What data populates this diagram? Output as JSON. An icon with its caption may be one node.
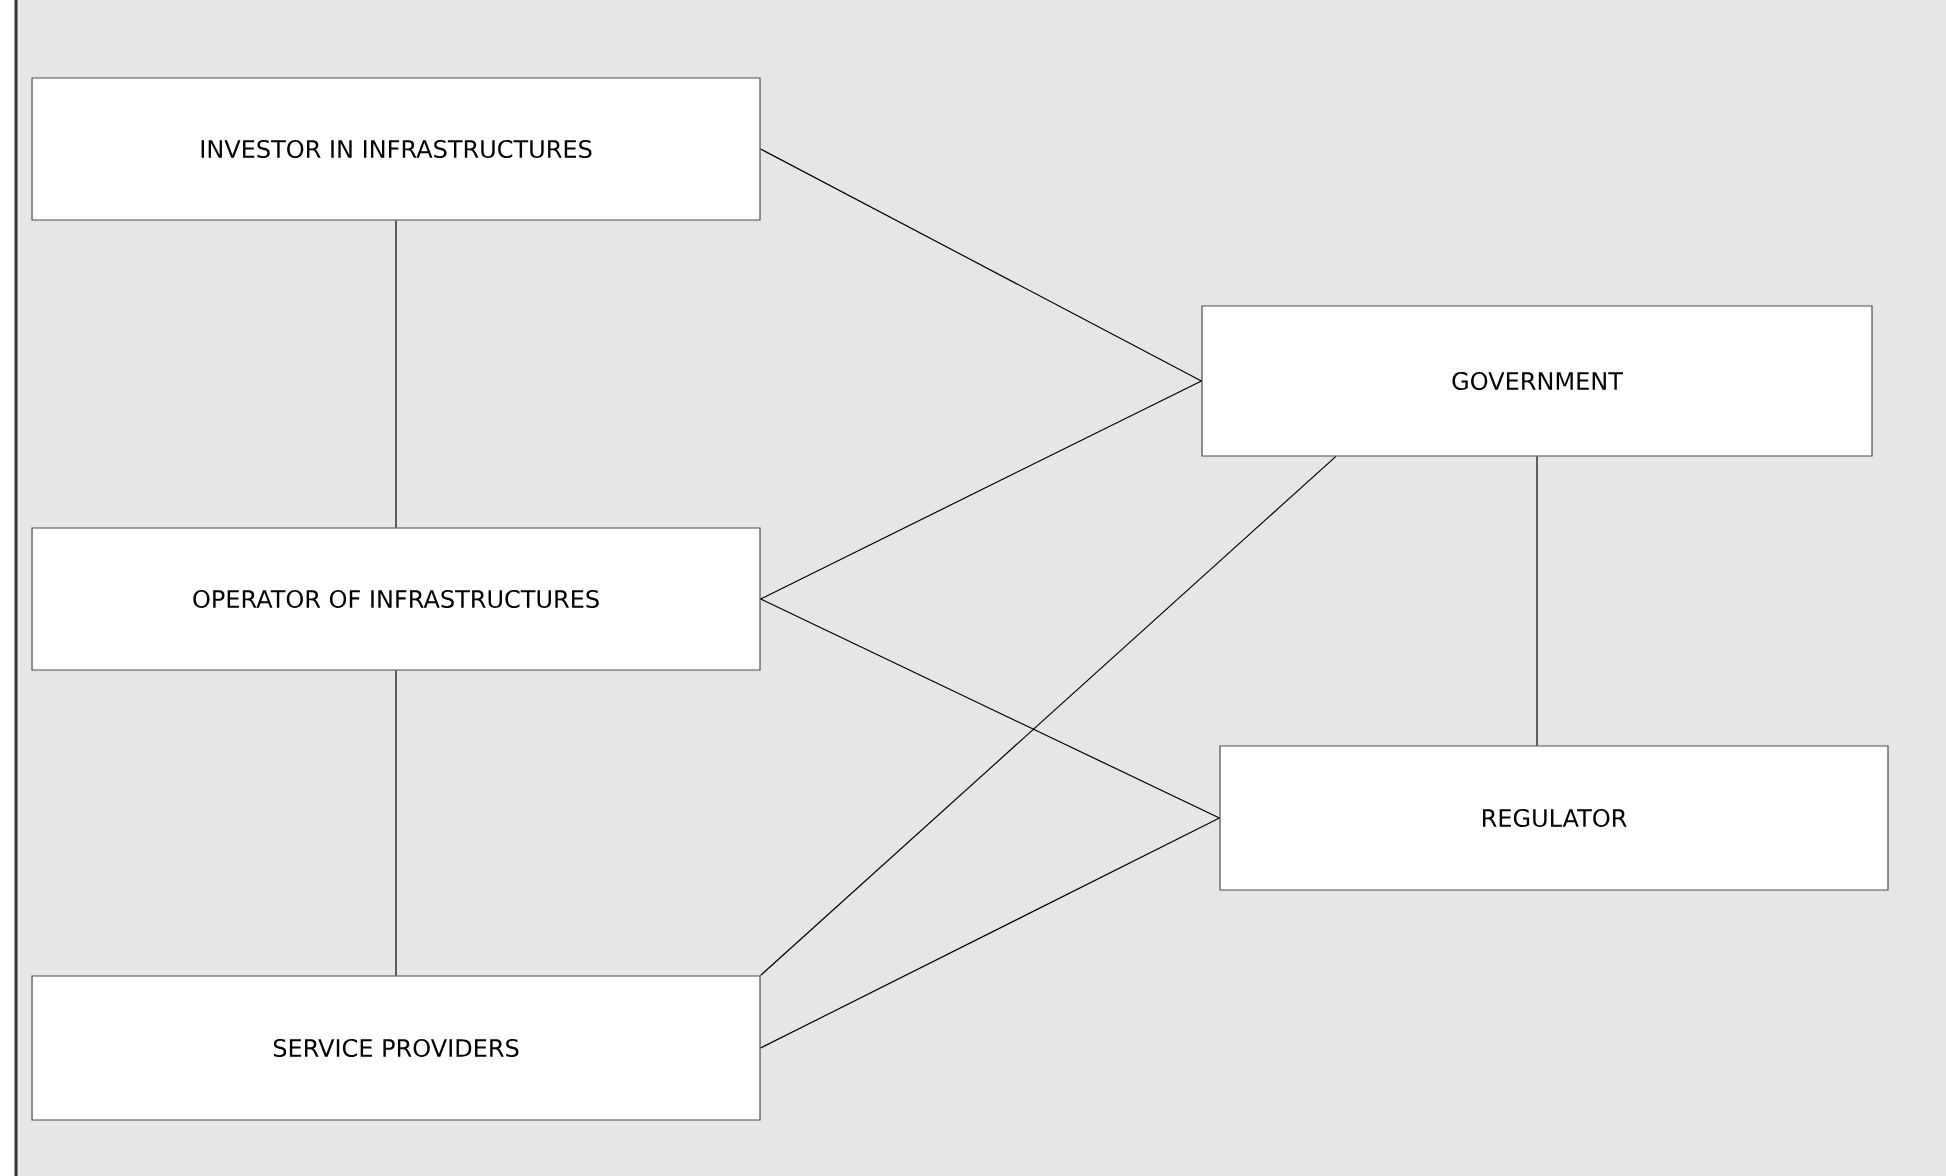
{
  "diagram": {
    "nodes": [
      {
        "text": [
          "INVESTOR IN INFRASTRUCTURES"
        ]
      },
      {
        "text": [
          "OPERATOR OF INFRASTRUCTURES"
        ]
      },
      {
        "text": [
          "SERVICE PROVIDERS"
        ]
      },
      {
        "text": [
          "GOVERNMENT"
        ]
      },
      {
        "text": [
          "REGULATOR"
        ]
      }
    ],
    "edges": [
      {
        "from": 0,
        "to": 1,
        "arrow": "none"
      },
      {
        "from": 0,
        "to": 3,
        "arrow": "none"
      },
      {
        "from": 1,
        "to": 3,
        "arrow": "none"
      },
      {
        "from": 1,
        "to": 4,
        "arrow": "none"
      },
      {
        "from": 1,
        "to": 2,
        "arrow": "none"
      },
      {
        "from": 2,
        "to": 3,
        "arrow": "none"
      },
      {
        "from": 2,
        "to": 4,
        "arrow": "none"
      },
      {
        "from": 3,
        "to": 4,
        "arrow": "none"
      }
    ]
  }
}
